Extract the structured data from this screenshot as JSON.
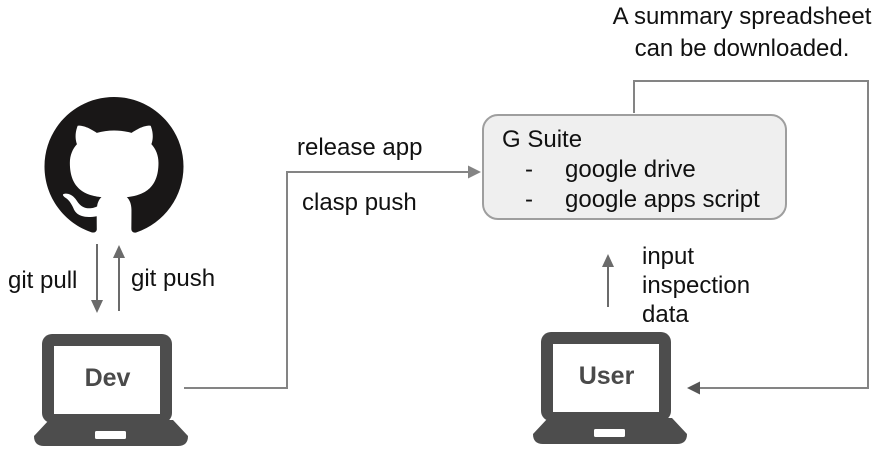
{
  "diagram": {
    "title_note": {
      "line1": "A summary spreadsheet",
      "line2": "can be downloaded."
    },
    "github": {
      "icon": "github-octocat-mark"
    },
    "edges": {
      "git_pull": "git pull",
      "git_push": "git push",
      "release_app": "release app",
      "clasp_push": "clasp push",
      "input_lines": [
        "input",
        "inspection",
        "data"
      ]
    },
    "gsuite": {
      "title": "G Suite",
      "bullet": "-",
      "items": [
        "google drive",
        "google apps script"
      ]
    },
    "dev_laptop": {
      "label": "Dev"
    },
    "user_laptop": {
      "label": "User"
    },
    "colors": {
      "github_black": "#191717",
      "laptop_gray": "#4d4d4d",
      "connector_gray": "#848484",
      "arrow_gray": "#6b6b6b",
      "arrowhead_dark": "#555555",
      "gsuite_fill": "#efefef",
      "gsuite_border": "#9e9e9e",
      "text_color": "#111111"
    }
  }
}
